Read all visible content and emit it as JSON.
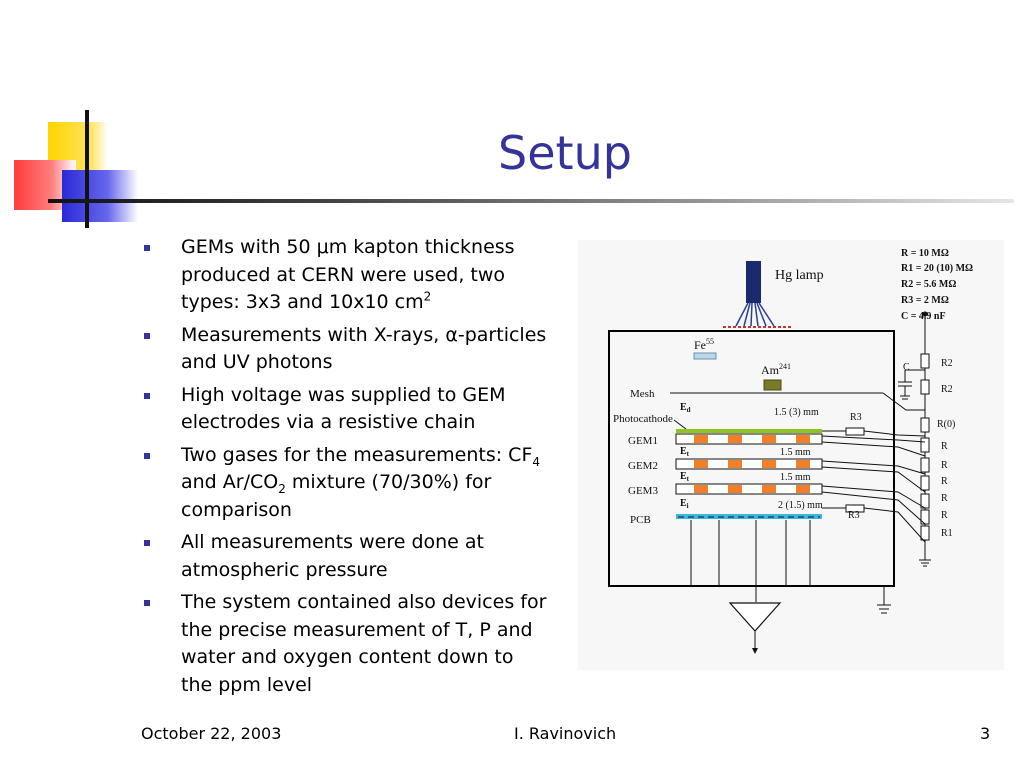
{
  "slide": {
    "title": "Setup",
    "bullets": [
      {
        "parts": [
          [
            "GEMs with 50 ",
            ""
          ],
          [
            "μ",
            ""
          ],
          [
            "m kapton thickness produced at CERN were used, two types: 3x3 and 10x10 cm",
            ""
          ],
          [
            "2",
            "sup"
          ]
        ]
      },
      {
        "parts": [
          [
            "Measurements with X-rays, ",
            ""
          ],
          [
            "α",
            ""
          ],
          [
            "-particles and UV photons",
            ""
          ]
        ]
      },
      {
        "parts": [
          [
            "High voltage was supplied to GEM electrodes via a resistive chain",
            ""
          ]
        ]
      },
      {
        "parts": [
          [
            "Two gases for the measurements: CF",
            ""
          ],
          [
            "4",
            "sub"
          ],
          [
            " and Ar/CO",
            ""
          ],
          [
            "2",
            "sub"
          ],
          [
            " mixture (70/30%) for comparison",
            ""
          ]
        ]
      },
      {
        "parts": [
          [
            "All measurements were done at atmospheric pressure",
            ""
          ]
        ]
      },
      {
        "parts": [
          [
            "The system contained also devices for the precise measurement of T, P and water and oxygen content down to the ppm level",
            ""
          ]
        ]
      }
    ],
    "colors": {
      "title": "#333399",
      "bullet": "#333399"
    }
  },
  "diagram": {
    "lamp_label": "Hg lamp",
    "fe_label": "Fe",
    "fe_sup": "55",
    "am_label": "Am",
    "am_sup": "241",
    "legend": {
      "r": "R   = 10 MΩ",
      "r1": "R1 = 20 (10) MΩ",
      "r2": "R2 = 5.6 MΩ",
      "r3": "R3 = 2 MΩ",
      "c": "C   = 4.9 nF"
    },
    "layer_labels": {
      "mesh": "Mesh",
      "photocathode": "Photocathode",
      "gem1": "GEM1",
      "gem2": "GEM2",
      "gem3": "GEM3",
      "pcb": "PCB"
    },
    "fields": {
      "ed": "E",
      "ed_sub": "d",
      "et1": "E",
      "et1_sub": "t",
      "et2": "E",
      "et2_sub": "t",
      "ei": "E",
      "ei_sub": "i"
    },
    "gaps": {
      "g1": "1.5 (3) mm",
      "g2": "1.5 mm",
      "g3": "1.5 mm",
      "g4": "2 (1.5) mm"
    },
    "chain_labels": {
      "c": "C",
      "r2a": "R2",
      "r2b": "R2",
      "r0": "R(0)",
      "ra": "R",
      "rb": "R",
      "rc": "R",
      "rd": "R",
      "re": "R",
      "r1": "R1",
      "r3a": "R3",
      "r3b": "R3"
    }
  },
  "footer": {
    "date": "October 22, 2003",
    "author": "I. Ravinovich",
    "page": "3"
  }
}
